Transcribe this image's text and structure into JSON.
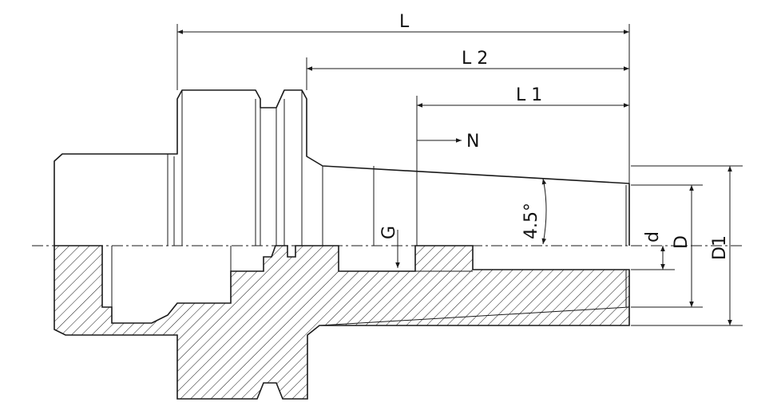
{
  "labels": {
    "L": "L",
    "L2": "L 2",
    "L1": "L 1",
    "N": "N",
    "G": "G",
    "angle": "4.5°",
    "d": "d",
    "D": "D",
    "D1": "D1"
  },
  "colors": {
    "line": "#1a1a1a",
    "background": "#ffffff"
  }
}
